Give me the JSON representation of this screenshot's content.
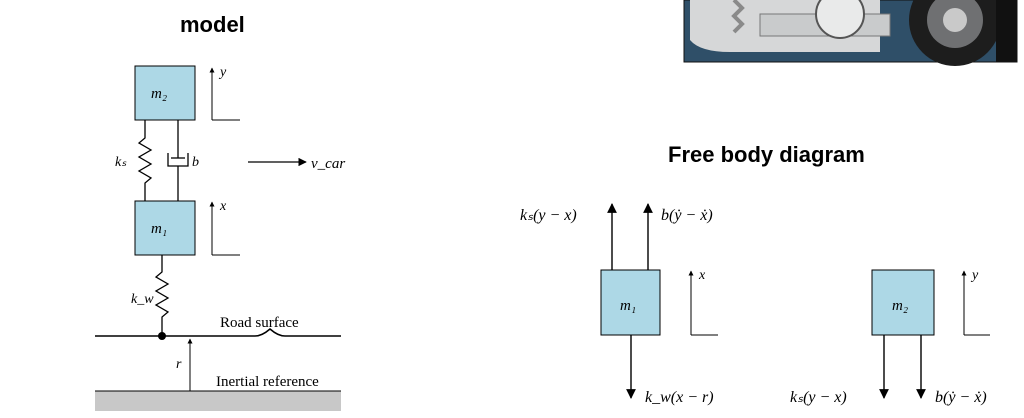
{
  "model_title": "model",
  "fbd_title": "Free body diagram",
  "model": {
    "mass_top": "m₂",
    "mass_bottom": "m₁",
    "spring_suspension": "kₛ",
    "damper": "b",
    "spring_tire": "k_w",
    "velocity": "v_car",
    "coord_top": "y",
    "coord_bottom": "x",
    "road_label": "Road surface",
    "road_input": "r",
    "ground_label": "Inertial reference"
  },
  "fbd": {
    "mass1_label": "m₁",
    "mass2_label": "m₂",
    "mass1_coord": "x",
    "mass2_coord": "y",
    "force_spring_up": "kₛ(y − x)",
    "force_damper_up": "b(ẏ − ẋ)",
    "force_tire_down": "k_w(x − r)",
    "force_spring_down": "kₛ(y − x)",
    "force_damper_down": "b(ẏ − ẋ)"
  },
  "colors": {
    "mass_fill": "#add8e6",
    "ground_fill": "#c8c8c8",
    "photo_bg": "#31506a"
  },
  "photo": {
    "icon": "car-suspension-photo-icon"
  }
}
